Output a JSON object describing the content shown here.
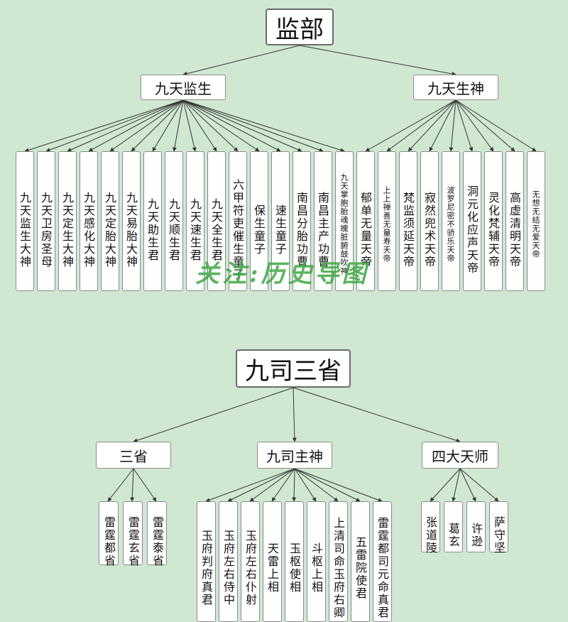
{
  "section1": {
    "title": "监部",
    "left_group": {
      "label": "九天监生",
      "children": [
        "九天监生大神",
        "九天卫房圣母",
        "九天定生大神",
        "九天感化大神",
        "九天定胎大神",
        "九天易胎大神",
        "九天助生君",
        "九天顺生君",
        "九天速生君",
        "九天全生君",
        "六甲符吏催生童子",
        "保生童子",
        "速生童子",
        "南昌分胎功曹",
        "南昌主产功曹",
        "九天掌胞胎魂魄脏腑鼓吹神"
      ]
    },
    "right_group": {
      "label": "九天生神",
      "children": [
        "郁单无量天帝",
        "上上禅善无量寿天帝",
        "梵监须延天帝",
        "寂然兜术天帝",
        "波罗尼密不骄乐天帝",
        "洞元化应声天帝",
        "灵化梵辅天帝",
        "高虚清明天帝",
        "无想无结无爱天帝"
      ]
    }
  },
  "section2": {
    "title": "九司三省",
    "groups": [
      {
        "label": "三省",
        "children": [
          "雷霆都省",
          "雷霆玄省",
          "雷霆泰省"
        ]
      },
      {
        "label": "九司主神",
        "children": [
          "玉府判府真君",
          "玉府左右侍中",
          "玉府左右仆射",
          "天雷上相",
          "玉枢使相",
          "斗枢上相",
          "上清司命玉府右卿",
          "五雷院使君",
          "雷霆都司元命真君"
        ]
      },
      {
        "label": "四大天师",
        "children": [
          "张道陵",
          "葛玄",
          "许逊",
          "萨守坚"
        ]
      }
    ]
  },
  "watermark": "关注:历史导图",
  "colors": {
    "background": "#d0e8d2",
    "box": "#ffffff",
    "border": "#8a8a8a",
    "line": "#333333",
    "watermark": "#3fa845"
  }
}
